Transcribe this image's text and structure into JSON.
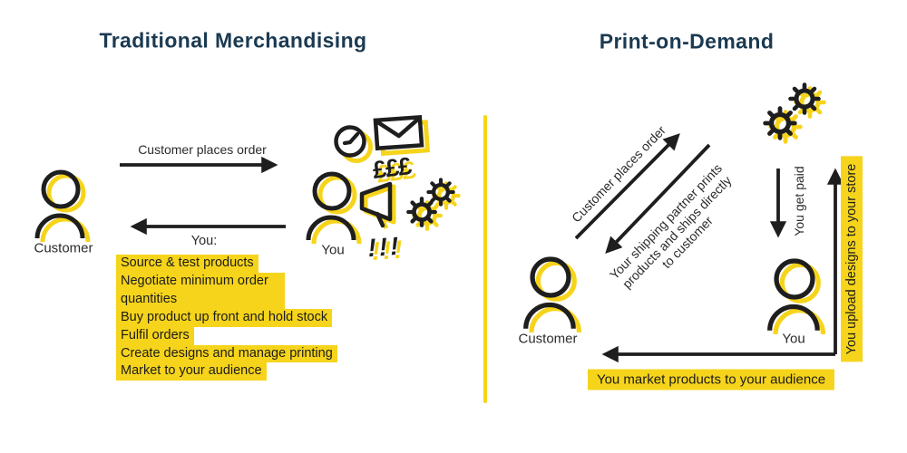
{
  "colors": {
    "yellow": "#f6d41b",
    "navy": "#1b3a52",
    "ink": "#1e1e1e"
  },
  "left": {
    "title": "Traditional Merchandising",
    "order_arrow_label": "Customer places order",
    "return_arrow_label": "You:",
    "customer_label": "Customer",
    "you_label": "You",
    "pounds_icon_text": "£££",
    "urgency_icon_text": "!!!",
    "tasks": [
      "Source & test products",
      "Negotiate minimum order quantities",
      "Buy product up front and hold stock",
      "Fulfil orders",
      "Create designs and manage printing",
      "Market to your audience"
    ]
  },
  "right": {
    "title": "Print-on-Demand",
    "order_arrow_label": "Customer places order",
    "shipping_arrow_label_lines": [
      "Your shipping partner prints",
      "products and ships directly",
      "to customer"
    ],
    "get_paid_label": "You get paid",
    "upload_label": "You upload designs to your store",
    "market_label": "You market products to your audience",
    "customer_label": "Customer",
    "you_label": "You"
  },
  "icons": {
    "clock-icon": "clock",
    "envelope-icon": "envelope",
    "megaphone-icon": "megaphone",
    "gears-icon": "two gears",
    "person-icon": "person (head + shoulders outline)",
    "divider-line": "vertical yellow divider"
  }
}
